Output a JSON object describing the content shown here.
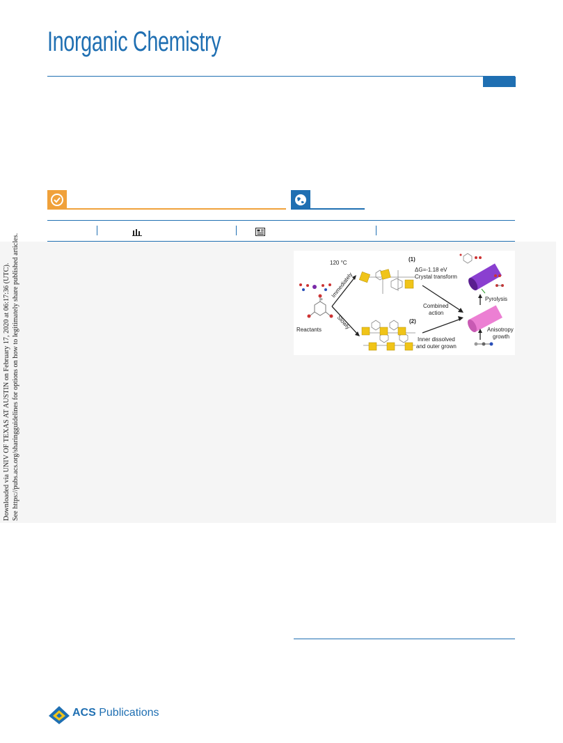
{
  "journal": {
    "title": "Inorganic Chemistry"
  },
  "colors": {
    "brand_blue": "#1f6fb2",
    "accent_orange": "#f0a13a",
    "panel_gray": "#f5f5f5"
  },
  "badges": {
    "left_icon": "check-circle-icon",
    "right_icon": "globe-icon"
  },
  "metrics": {
    "icons": [
      "bar-chart-icon",
      "newspaper-icon"
    ]
  },
  "toc_graphic": {
    "temperature": "120 °C",
    "label_immediately": "Immediately",
    "label_slowly": "Slowly",
    "label_reactants": "Reactants",
    "label_1": "(1)",
    "label_2": "(2)",
    "energy": "ΔG=-1.18 eV",
    "crystal_transform": "Crystal transform",
    "combined_line1": "Combined",
    "combined_line2": "action",
    "inner_line1": "Inner dissolved",
    "inner_line2": "and outer grown",
    "pyrolysis": "Pyrolysis",
    "anisotropy_line1": "Anisotropy",
    "anisotropy_line2": "growth"
  },
  "side_note": {
    "line1": "Downloaded via UNIV OF TEXAS AT AUSTIN on February 17, 2020 at 06:17:36 (UTC).",
    "line2": "See https://pubs.acs.org/sharingguidelines for options on how to legitimately share published articles."
  },
  "publisher": {
    "name_bold": "ACS",
    "name_rest": " Publications"
  }
}
